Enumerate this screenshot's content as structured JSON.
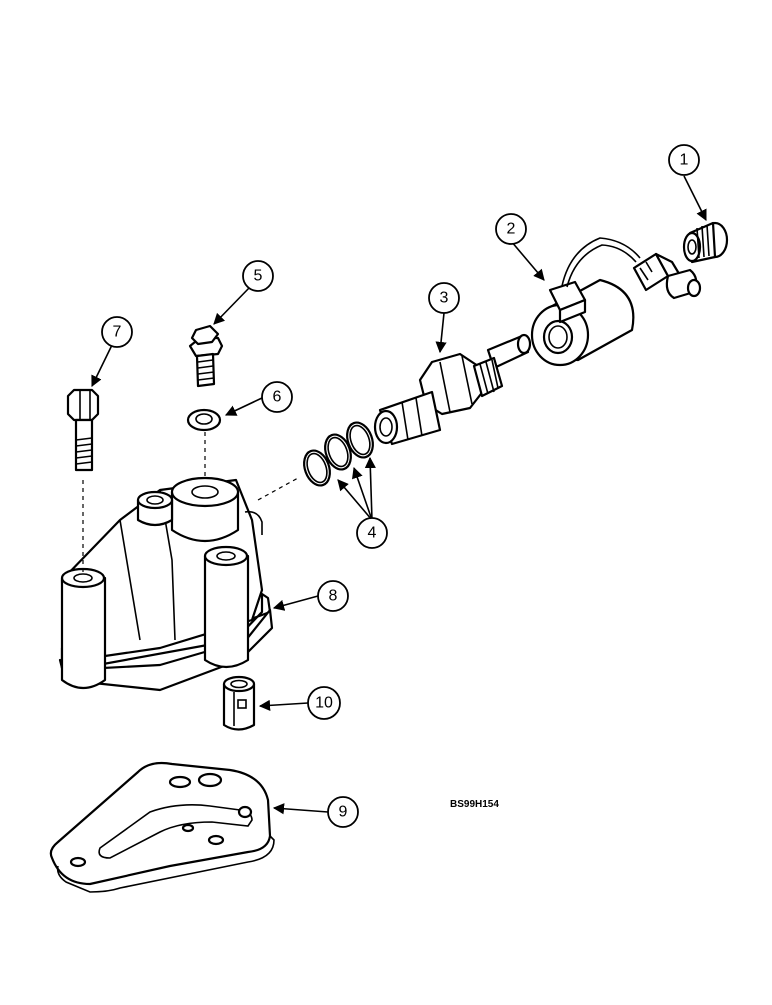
{
  "diagram": {
    "reference_code": "BS99H154",
    "callouts": [
      {
        "label": "1"
      },
      {
        "label": "2"
      },
      {
        "label": "3"
      },
      {
        "label": "4"
      },
      {
        "label": "5"
      },
      {
        "label": "6"
      },
      {
        "label": "7"
      },
      {
        "label": "8"
      },
      {
        "label": "9"
      },
      {
        "label": "10"
      }
    ]
  }
}
